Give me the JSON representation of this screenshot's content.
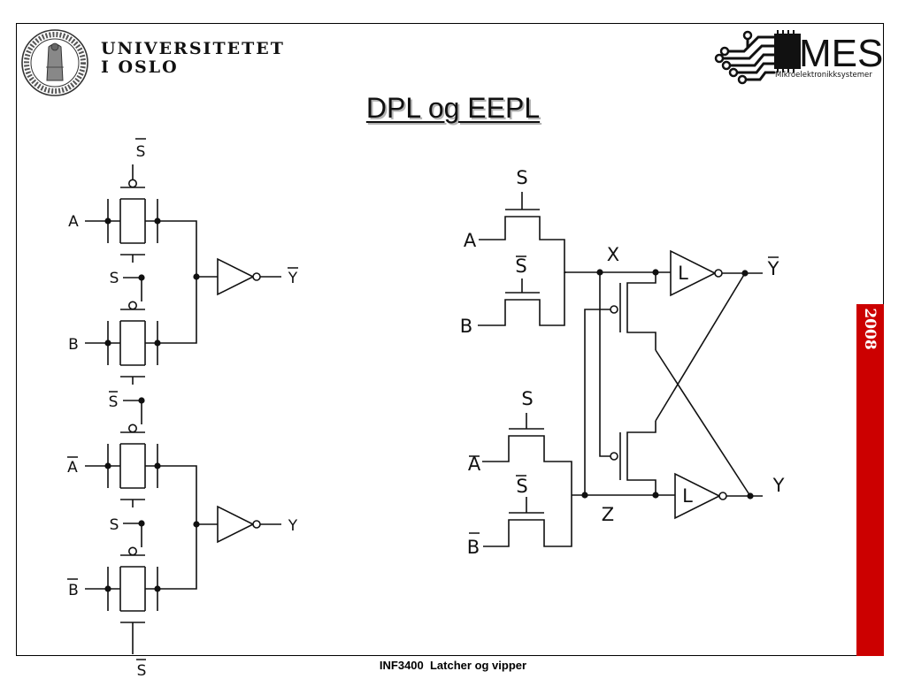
{
  "header": {
    "university_line1": "UNIVERSITETET",
    "university_line2": "I OSLO",
    "seal_text": "UNIVERSITAS OSLOENSIS MDCCCXI",
    "logo_text": "MES",
    "logo_subtitle": "Mikroelektronikksystemer"
  },
  "slide": {
    "title": "DPL og EEPL",
    "year": "2008",
    "footer": "INF3400  Latcher og vipper",
    "accent_color": "#cc0000"
  },
  "dpl_circuit": {
    "labels": {
      "sbar_top": "S",
      "a": "A",
      "s1": "S",
      "b": "B",
      "sbar_mid": "S",
      "abar": "A",
      "s2": "S",
      "bbar": "B",
      "sbar_bottom": "S",
      "out_bar": "Y",
      "out": "Y"
    }
  },
  "eepl_circuit": {
    "labels": {
      "s_top": "S",
      "a": "A",
      "sbar_top": "S",
      "b": "B",
      "x": "X",
      "l_top": "L",
      "ybar": "Y",
      "s_bot": "S",
      "abar": "A",
      "sbar_bot": "S",
      "bbar": "B",
      "z": "Z",
      "l_bot": "L",
      "y": "Y"
    }
  }
}
